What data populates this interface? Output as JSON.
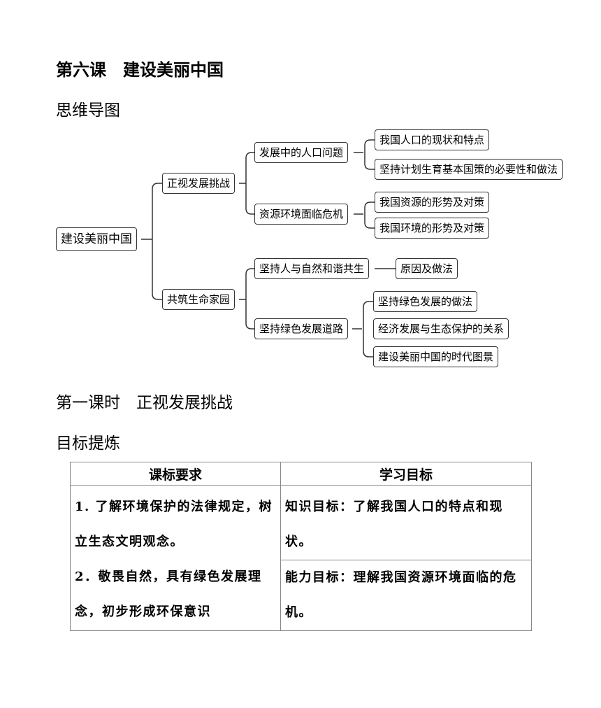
{
  "lesson_title": "第六课　建设美丽中国",
  "mindmap_heading": "思维导图",
  "mindmap": {
    "root": "建设美丽中国",
    "branch1": {
      "label": "正视发展挑战",
      "sub1": {
        "label": "发展中的人口问题",
        "leaves": [
          "我国人口的现状和特点",
          "坚持计划生育基本国策的必要性和做法"
        ]
      },
      "sub2": {
        "label": "资源环境面临危机",
        "leaves": [
          "我国资源的形势及对策",
          "我国环境的形势及对策"
        ]
      }
    },
    "branch2": {
      "label": "共筑生命家园",
      "sub1": {
        "label": "坚持人与自然和谐共生",
        "leaves": [
          "原因及做法"
        ]
      },
      "sub2": {
        "label": "坚持绿色发展道路",
        "leaves": [
          "坚持绿色发展的做法",
          "经济发展与生态保护的关系",
          "建设美丽中国的时代图景"
        ]
      }
    }
  },
  "section_title": "第一课时　正视发展挑战",
  "goals_heading": "目标提炼",
  "goals_table": {
    "headers": [
      "课标要求",
      "学习目标"
    ],
    "left_items": [
      "1. 了解环境保护的法律规定，树立生态文明观念。",
      "2．敬畏自然，具有绿色发展理念，初步形成环保意识"
    ],
    "right_items": [
      "知识目标：了解我国人口的特点和现状。",
      "能力目标：理解我国资源环境面临的危机。"
    ]
  }
}
